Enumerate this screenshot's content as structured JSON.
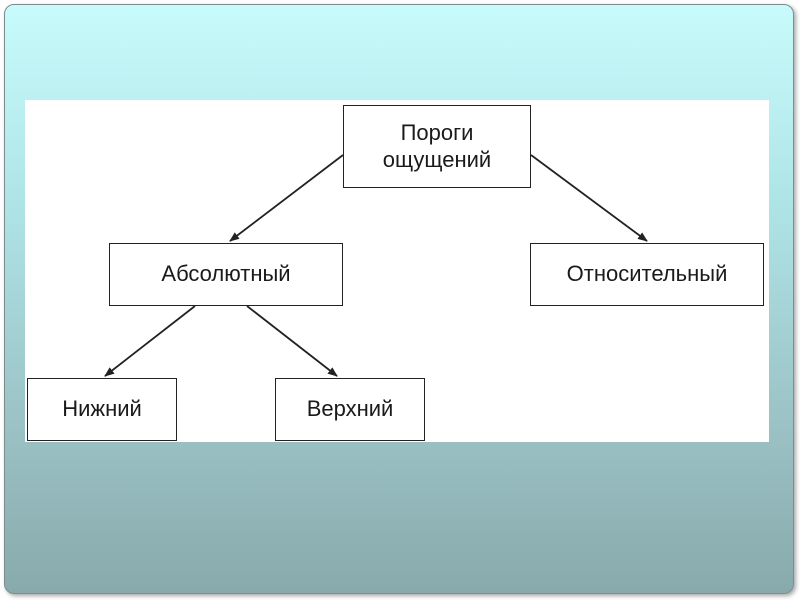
{
  "colors": {
    "frame_gradient_top": "#c8fbfb",
    "frame_gradient_bottom": "#88aaac",
    "panel_background": "#ffffff",
    "box_border": "#222222",
    "arrow": "#222222",
    "text": "#1a1a1a"
  },
  "diagram": {
    "nodes": {
      "root": "Пороги\nощущений",
      "absolute": "Абсолютный",
      "relative": "Относительный",
      "lower": "Нижний",
      "upper": "Верхний"
    },
    "edges": [
      {
        "from": "root",
        "to": "absolute"
      },
      {
        "from": "root",
        "to": "relative"
      },
      {
        "from": "absolute",
        "to": "lower"
      },
      {
        "from": "absolute",
        "to": "upper"
      }
    ]
  }
}
